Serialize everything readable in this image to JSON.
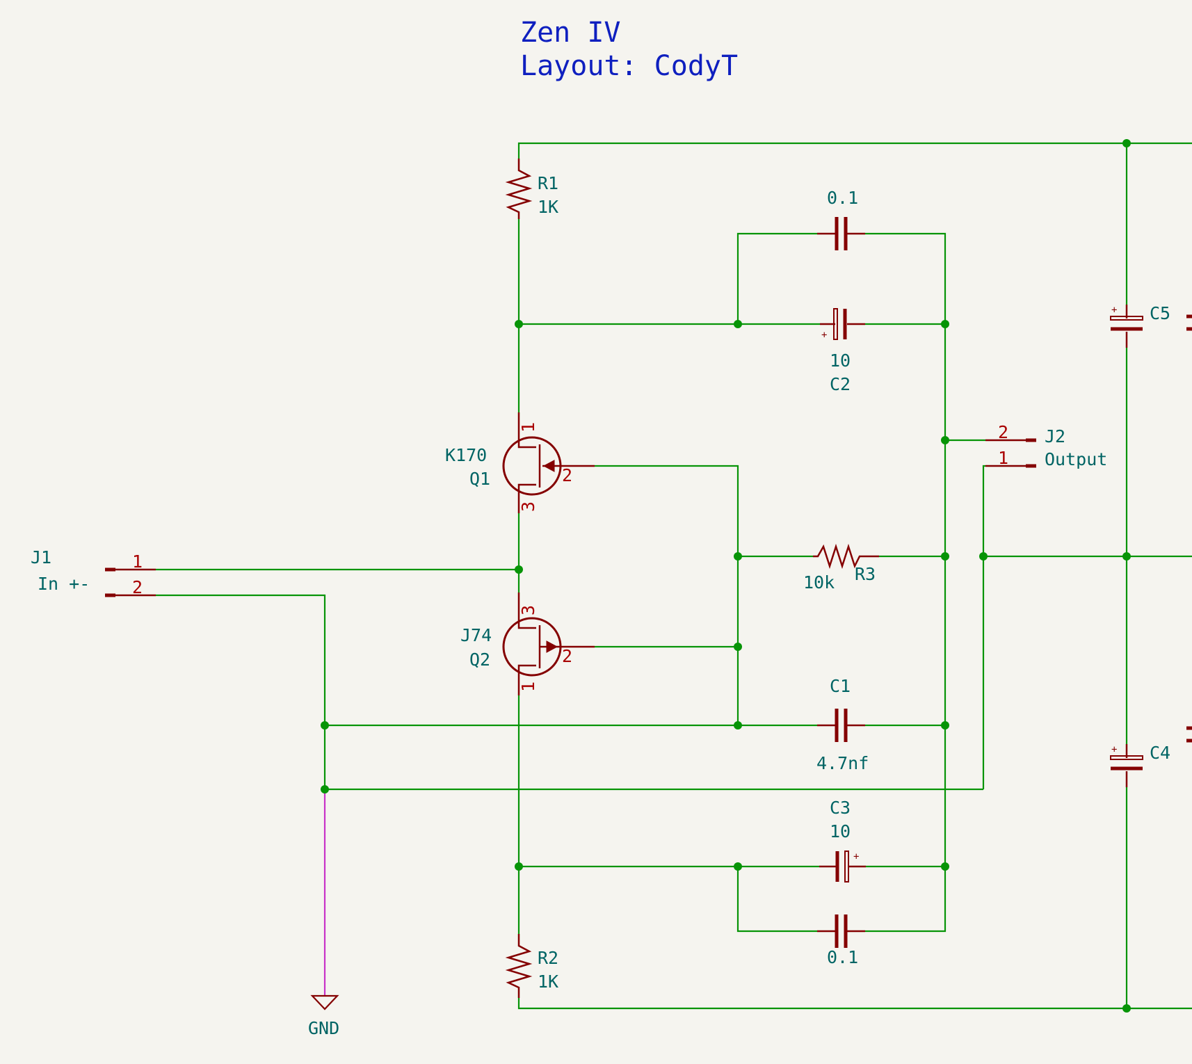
{
  "title": {
    "line1": "Zen IV",
    "line2": "Layout: CodyT"
  },
  "parts": {
    "R1": {
      "ref": "R1",
      "value": "1K"
    },
    "R2": {
      "ref": "R2",
      "value": "1K"
    },
    "R3": {
      "ref": "R3",
      "value": "10k"
    },
    "C1": {
      "ref": "C1",
      "value": "4.7nf"
    },
    "C2": {
      "ref": "C2",
      "value": "10"
    },
    "C3": {
      "ref": "C3",
      "value": "10"
    },
    "C4": {
      "ref": "C4"
    },
    "C5": {
      "ref": "C5"
    },
    "C_top": {
      "value": "0.1"
    },
    "C_bottom": {
      "value": "0.1"
    },
    "Q1": {
      "ref": "Q1",
      "value": "K170",
      "pins": [
        "1",
        "2",
        "3"
      ]
    },
    "Q2": {
      "ref": "Q2",
      "value": "J74",
      "pins": [
        "3",
        "2",
        "1"
      ]
    },
    "J1": {
      "ref": "J1",
      "value": "In +-",
      "pins": [
        "1",
        "2"
      ]
    },
    "J2": {
      "ref": "J2",
      "value": "Output",
      "pins": [
        "2",
        "1"
      ]
    },
    "GND": {
      "label": "GND"
    }
  },
  "colors": {
    "wire": "#079407",
    "component": "#840000",
    "pin_number": "#a90000",
    "reference_text": "#006464",
    "title_text": "#0e1fbf",
    "ground_wire": "#c832c8",
    "background": "#f5f4ef"
  }
}
